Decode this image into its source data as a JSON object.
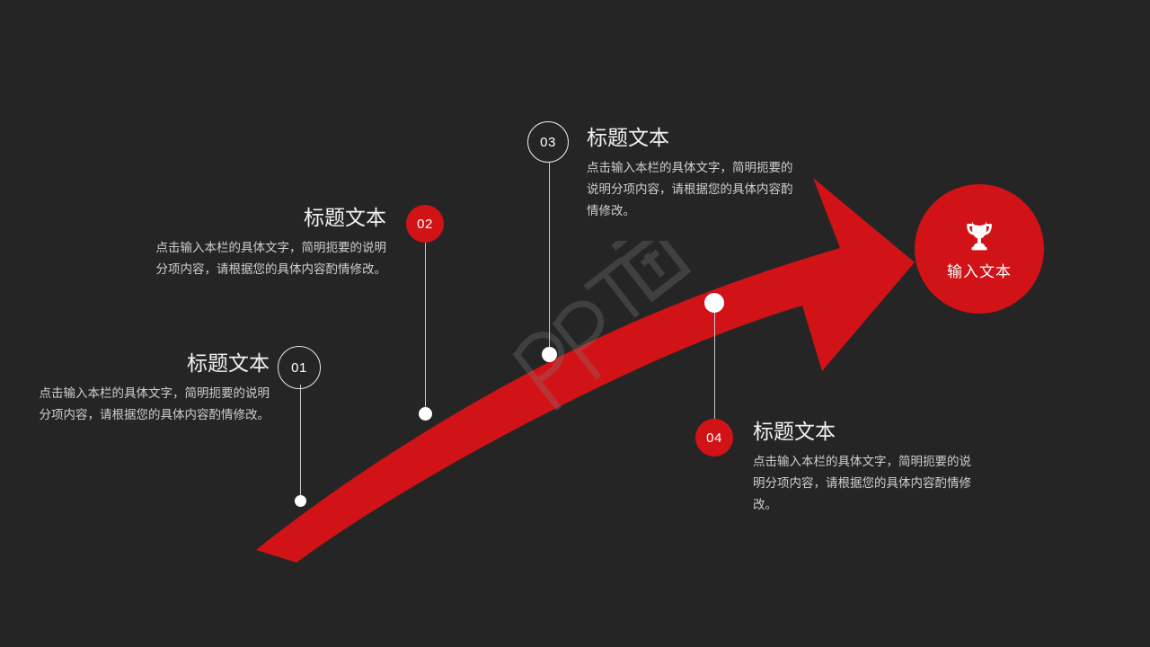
{
  "slide": {
    "background_color": "#252525",
    "accent_color": "#d11317",
    "text_color": "#f2f2f2",
    "body_text_color": "#cfcfcf"
  },
  "watermark": {
    "text": "ppt家园"
  },
  "arrow": {
    "name": "curved-growth-arrow",
    "color": "#d11317"
  },
  "end_node": {
    "icon": "trophy-icon",
    "label": "输入文本"
  },
  "items": [
    {
      "number": "01",
      "badge_style": "outline",
      "title": "标题文本",
      "body": "点击输入本栏的具体文字，简明扼要的说明分项内容，请根据您的具体内容酌情修改。"
    },
    {
      "number": "02",
      "badge_style": "filled",
      "title": "标题文本",
      "body": "点击输入本栏的具体文字，简明扼要的说明分项内容，请根据您的具体内容酌情修改。"
    },
    {
      "number": "03",
      "badge_style": "outline",
      "title": "标题文本",
      "body": "点击输入本栏的具体文字，简明扼要的说明分项内容，请根据您的具体内容酌情修改。"
    },
    {
      "number": "04",
      "badge_style": "filled",
      "title": "标题文本",
      "body": "点击输入本栏的具体文字，简明扼要的说明分项内容，请根据您的具体内容酌情修改。"
    }
  ]
}
